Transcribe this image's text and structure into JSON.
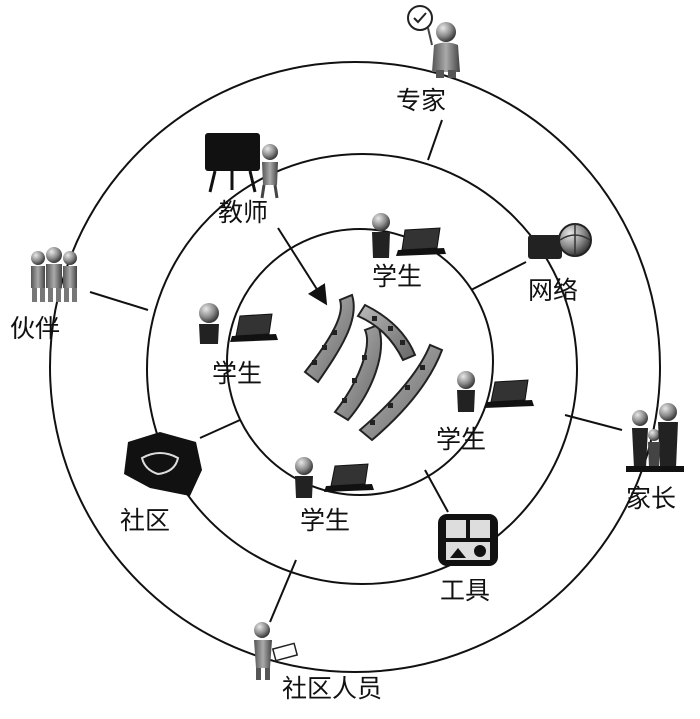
{
  "diagram": {
    "labels": {
      "expert": "专家",
      "teacher": "教师",
      "partner": "伙伴",
      "network": "网络",
      "parents": "家长",
      "community": "社区",
      "tools": "工具",
      "community_staff": "社区人员",
      "student_top": "学生",
      "student_left": "学生",
      "student_right": "学生",
      "student_bottom": "学生"
    },
    "icons": {
      "expert": "person-with-check-sign-icon",
      "teacher": "person-at-blackboard-icon",
      "partner": "group-of-people-icon",
      "network": "camera-globe-icon",
      "parents": "family-icon",
      "community": "map-badge-icon",
      "tools": "toolbox-app-icon",
      "community_staff": "person-with-clipboard-icon",
      "students": "student-with-laptop-icon",
      "center": "film-strip-icon"
    }
  }
}
